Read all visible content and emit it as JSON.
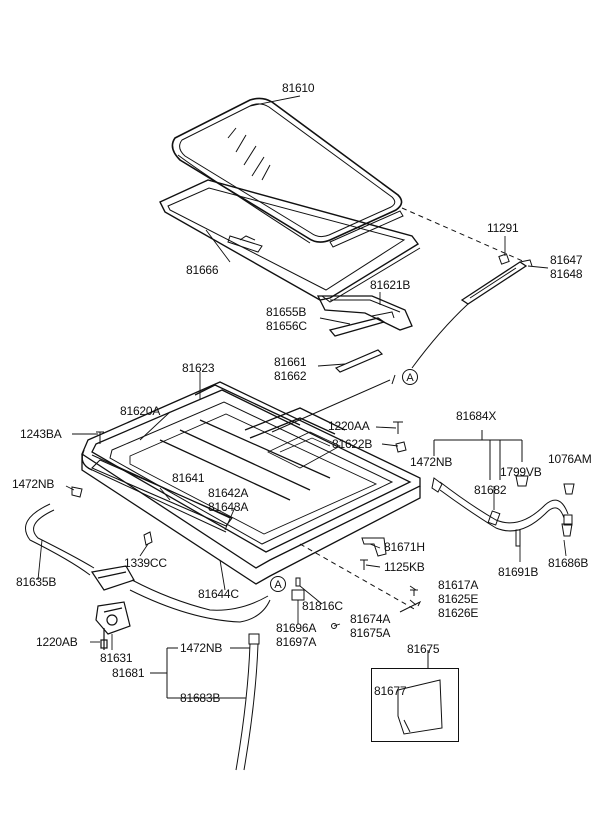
{
  "labels": {
    "p81610": "81610",
    "p81666": "81666",
    "p11291": "11291",
    "p81647": "81647",
    "p81648": "81648",
    "p81621B": "81621B",
    "p81655B": "81655B",
    "p81656C": "81656C",
    "p81623": "81623",
    "p81661": "81661",
    "p81662": "81662",
    "p81620A": "81620A",
    "p1220AA": "1220AA",
    "p81684X": "81684X",
    "p1243BA": "1243BA",
    "p81622B": "81622B",
    "p1472NB_a": "1472NB",
    "p1076AM": "1076AM",
    "p1799VB": "1799VB",
    "p81641": "81641",
    "p1472NB_b": "1472NB",
    "p81682": "81682",
    "p81642A": "81642A",
    "p81643A": "81643A",
    "p81671H": "81671H",
    "p1339CC": "1339CC",
    "p1125KB": "1125KB",
    "p81691B": "81691B",
    "p81686B": "81686B",
    "p81635B": "81635B",
    "p81644C": "81644C",
    "p81617A": "81617A",
    "p81816C": "81816C",
    "p81625E": "81625E",
    "p81626E": "81626E",
    "p1220AB": "1220AB",
    "p81696A": "81696A",
    "p81697A": "81697A",
    "p81674A": "81674A",
    "p81675A": "81675A",
    "p81631": "81631",
    "p1472NB_c": "1472NB",
    "p81675": "81675",
    "p81681": "81681",
    "p81677": "81677",
    "p81683B": "81683B"
  },
  "callouts": {
    "a1": "A",
    "a2": "A"
  }
}
